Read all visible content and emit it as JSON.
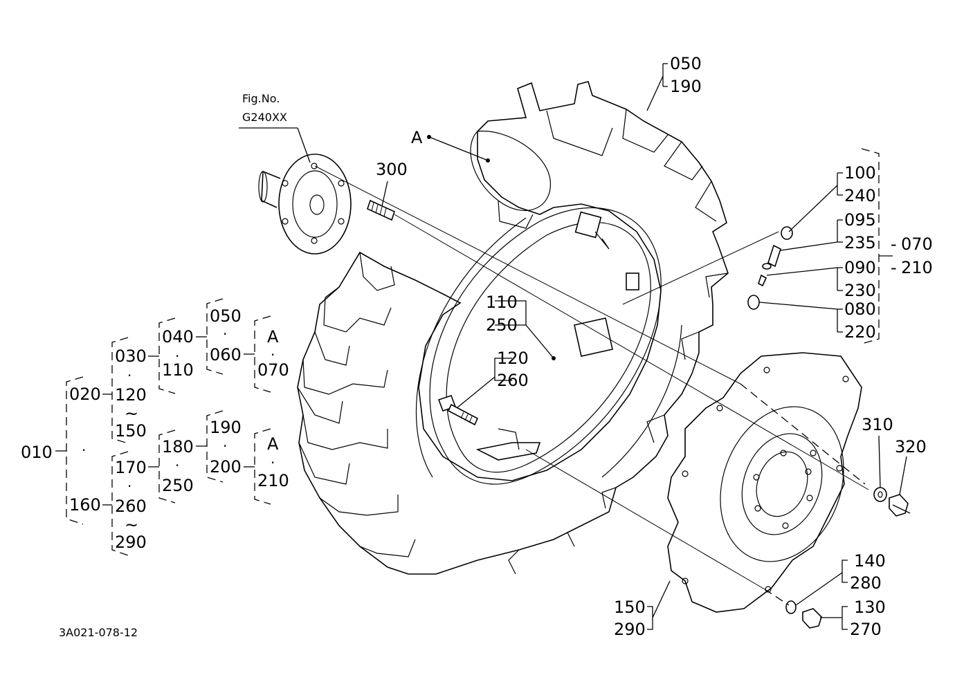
{
  "fig_ref": {
    "line1": "Fig.No.",
    "line2": "G240XX"
  },
  "drawing_code": "3A021-078-12",
  "dot": "·",
  "tilde": "~",
  "callouts": {
    "c050": "050",
    "c190": "190",
    "A": "A",
    "c300": "300",
    "c100": "100",
    "c240": "240",
    "c095": "095",
    "c235": "235",
    "c090": "090",
    "c230": "230",
    "c080": "080",
    "c220": "220",
    "c070": "070",
    "c210": "210",
    "c110": "110",
    "c250": "250",
    "c120": "120",
    "c260": "260",
    "c310": "310",
    "c320": "320",
    "c140": "140",
    "c280": "280",
    "c130": "130",
    "c270": "270",
    "c150": "150",
    "c290": "290"
  },
  "tree": {
    "root": "010",
    "n020": "020",
    "n160": "160",
    "n030": "030",
    "n120": "120",
    "n150": "150",
    "n170": "170",
    "n260": "260",
    "n290": "290",
    "n040": "040",
    "n110": "110",
    "n180": "180",
    "n250": "250",
    "n050": "050",
    "n060": "060",
    "n190": "190",
    "n200": "200",
    "nA1": "A",
    "n070": "070",
    "nA2": "A",
    "n210": "210"
  }
}
